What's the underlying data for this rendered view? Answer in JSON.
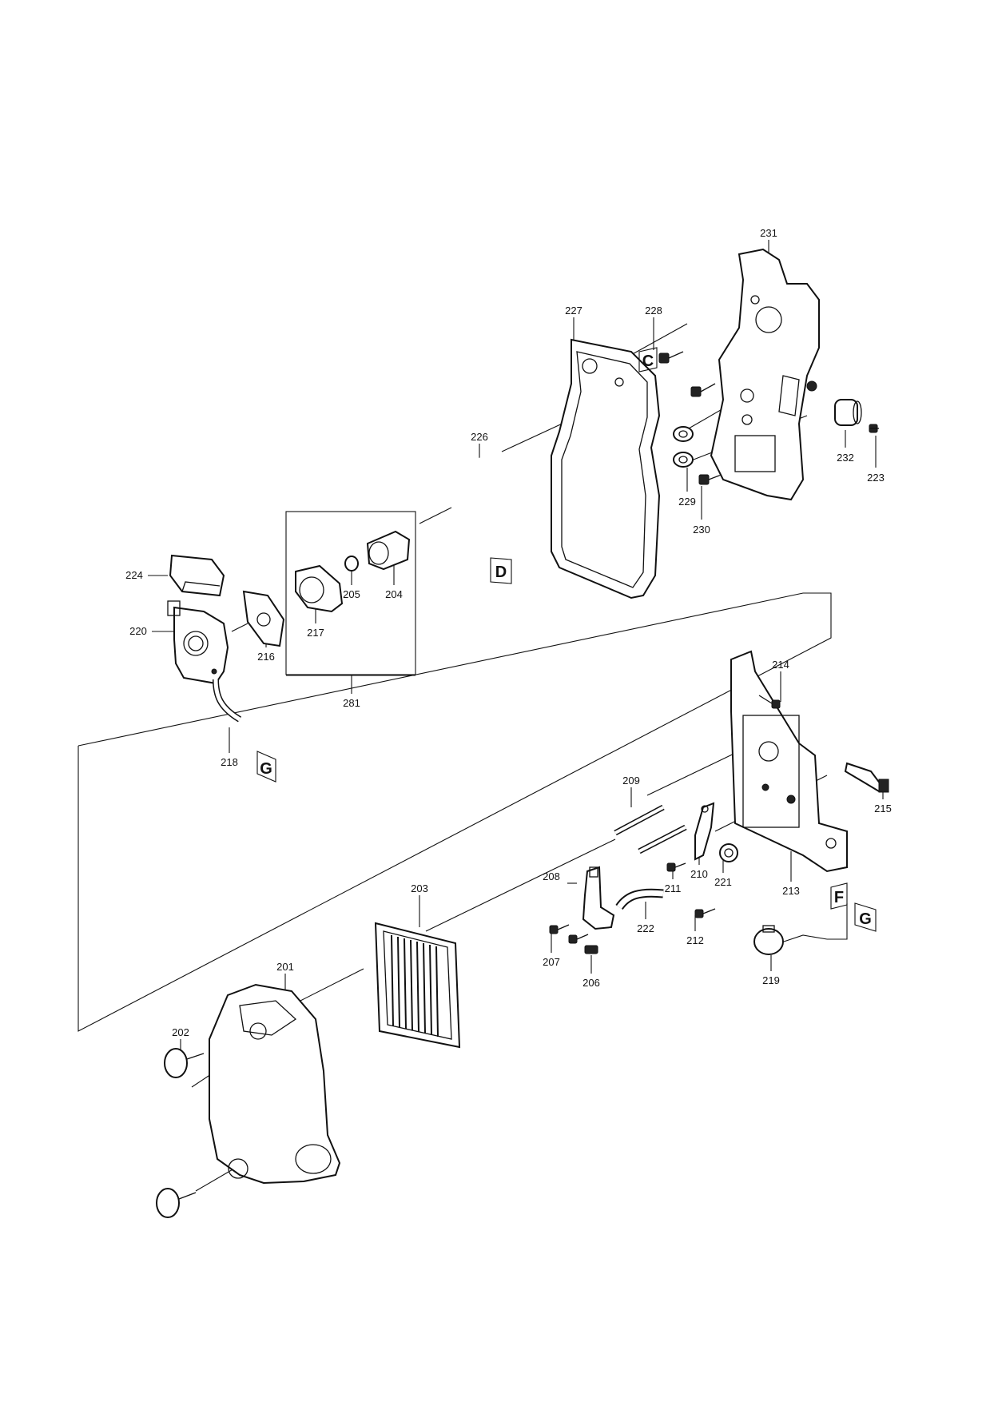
{
  "diagram": {
    "part_labels": [
      "231",
      "227",
      "228",
      "226",
      "232",
      "223",
      "229",
      "230",
      "224",
      "220",
      "216",
      "217",
      "205",
      "204",
      "281",
      "218",
      "214",
      "209",
      "215",
      "208",
      "203",
      "210",
      "221",
      "211",
      "213",
      "222",
      "212",
      "207",
      "206",
      "219",
      "201",
      "202"
    ],
    "reference_markers": [
      "C",
      "D",
      "G",
      "F",
      "G"
    ]
  }
}
